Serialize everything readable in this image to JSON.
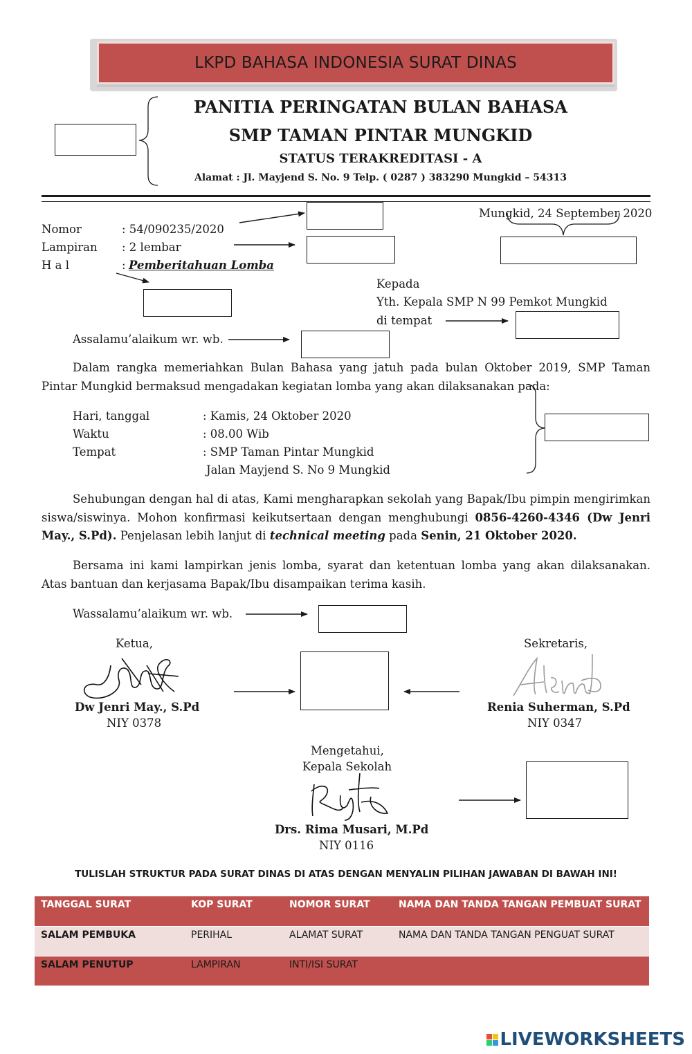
{
  "banner": "LKPD BAHASA INDONESIA SURAT DINAS",
  "kop": {
    "line1": "PANITIA PERINGATAN BULAN BAHASA",
    "line2": "SMP TAMAN PINTAR MUNGKID",
    "line3": "STATUS TERAKREDITASI - A",
    "line4": "Alamat : Jl. Mayjend S. No. 9 Telp. ( 0287 ) 383290 Mungkid – 54313"
  },
  "date": "Mungkid, 24 September 2020",
  "header_fields": {
    "nomor_label": "Nomor",
    "nomor_value": ": 54/090235/2020",
    "lampiran_label": "Lampiran",
    "lampiran_value": ": 2 lembar",
    "hal_label": "H a l",
    "hal_colon": ":",
    "hal_value": "Pemberitahuan Lomba"
  },
  "address": {
    "line1": "Kepada",
    "line2": "Yth. Kepala SMP N 99 Pemkot Mungkid",
    "line3": "di tempat"
  },
  "greeting": "Assalamu’alaikum wr. wb.",
  "body": {
    "para1": "Dalam rangka memeriahkan Bulan Bahasa yang jatuh pada bulan Oktober 2019, SMP Taman Pintar Mungkid bermaksud mengadakan kegiatan lomba yang akan dilaksanakan pada:",
    "details": {
      "hari_label": "Hari, tanggal",
      "hari_value": ": Kamis, 24 Oktober 2020",
      "waktu_label": "Waktu",
      "waktu_value": ": 08.00 Wib",
      "tempat_label": "Tempat",
      "tempat_value": ": SMP Taman Pintar Mungkid",
      "tempat_value2": "Jalan Mayjend S. No 9 Mungkid"
    },
    "para2_a": "Sehubungan dengan hal di atas, Kami mengharapkan sekolah yang Bapak/Ibu pimpin mengirimkan siswa/siswinya. Mohon konfirmasi keikutsertaan dengan menghubungi ",
    "para2_contact": "0856-4260-4346 (Dw Jenri May., S.Pd).",
    "para2_b": " Penjelasan lebih lanjut di ",
    "para2_tm": "technical meeting",
    "para2_c": " pada ",
    "para2_date": "Senin, 21 Oktober 2020.",
    "para3": "Bersama ini kami lampirkan jenis lomba, syarat dan ketentuan lomba yang akan dilaksanakan. Atas bantuan dan kerjasama Bapak/Ibu disampaikan terima kasih."
  },
  "closing": "Wassalamu’alaikum wr. wb.",
  "signatures": {
    "ketua_title": "Ketua,",
    "ketua_name": "Dw Jenri May., S.Pd",
    "ketua_niy": "NIY 0378",
    "sekretaris_title": "Sekretaris,",
    "sekretaris_name": "Renia Suherman, S.Pd",
    "sekretaris_niy": "NIY 0347",
    "mengetahui": "Mengetahui,",
    "kepsek_title": "Kepala Sekolah",
    "kepsek_name": "Drs. Rima Musari, M.Pd",
    "kepsek_niy": "NIY 0116"
  },
  "instruction": "TULISLAH STRUKTUR PADA SURAT DINAS DI ATAS DENGAN MENYALIN PILIHAN JAWABAN DI BAWAH INI!",
  "options": [
    [
      "TANGGAL SURAT",
      "KOP SURAT",
      "NOMOR SURAT",
      "NAMA DAN TANDA TANGAN PEMBUAT SURAT"
    ],
    [
      "SALAM PEMBUKA",
      "PERIHAL",
      "ALAMAT SURAT",
      "NAMA DAN TANDA TANGAN PENGUAT SURAT"
    ],
    [
      "SALAM PENUTUP",
      "LAMPIRAN",
      "INTI/ISI SURAT",
      ""
    ]
  ],
  "logo_text": "LIVEWORKSHEETS",
  "colors": {
    "accent": "#c0504d",
    "accent_light": "#f0dedd",
    "logo": "#1f4e79"
  }
}
